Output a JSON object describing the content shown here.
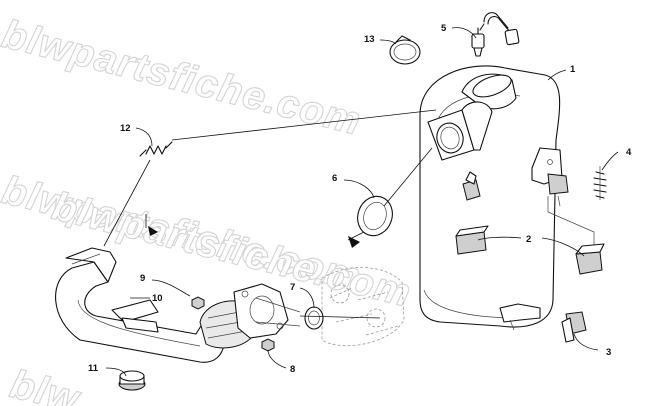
{
  "watermark": {
    "lines": [
      "blwpartsfiche.com",
      "blwpartsfiche.com",
      "blwpartsfiche.com",
      "blw"
    ]
  },
  "callouts": {
    "c1": "1",
    "c2": "2",
    "c3": "3",
    "c4": "4",
    "c5": "5",
    "c6": "6",
    "c7": "7",
    "c8": "8",
    "c9": "9",
    "c10": "10",
    "c11": "11",
    "c12": "12",
    "c13": "13"
  }
}
